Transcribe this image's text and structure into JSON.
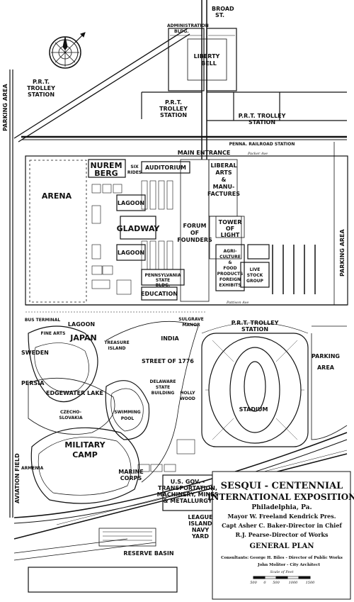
{
  "labels": {
    "broad_st_1": "BROAD",
    "broad_st_2": "ST.",
    "administration_1": "ADMINISTRATION",
    "administration_2": "BLDG.",
    "liberty_1": "LIBERTY",
    "liberty_2": "BELL",
    "parking_left": "PARKING AREA",
    "prt_station_nw_1": "P.R.T.",
    "prt_station_nw_2": "TROLLEY",
    "prt_station_nw_3": "STATION",
    "prt_station_c_1": "P.R.T.",
    "prt_station_c_2": "TROLLEY",
    "prt_station_c_3": "STATION",
    "prt_station_e_1": "P.R.T. TROLLEY",
    "prt_station_e_2": "STATION",
    "penna_rr": "PENNA. RAILROAD STATION",
    "packer_ave": "Packer Ave",
    "main_entrance": "MAIN ENTRANCE",
    "parking_right": "PARKING AREA",
    "arena": "ARENA",
    "nuremberg_1": "NUREM",
    "nuremberg_2": "BERG",
    "six_rides_1": "SIX",
    "six_rides_2": "RIDES",
    "auditorium": "AUDITORIUM",
    "liberal_arts_1": "LIBERAL",
    "liberal_arts_2": "ARTS",
    "liberal_arts_3": "&",
    "liberal_arts_4": "MANU-",
    "liberal_arts_5": "FACTURES",
    "lagoon_1": "LAGOON",
    "gladway": "GLADWAY",
    "forum_1": "FORUM",
    "forum_2": "OF",
    "forum_3": "FOUNDERS",
    "tower_1": "TOWER",
    "tower_2": "OF",
    "tower_3": "LIGHT",
    "lagoon_2": "LAGOON",
    "agriculture_1": "AGRI-",
    "agriculture_2": "CULTURE",
    "agriculture_3": "&",
    "agriculture_4": "FOOD",
    "agriculture_5": "PRODUCTS",
    "agriculture_6": "FOREIGN",
    "agriculture_7": "EXHIBITS",
    "live_stock_1": "LIVE",
    "live_stock_2": "STOCK",
    "live_stock_3": "GROUP",
    "pennsylvania_1": "PENNSYLVANIA",
    "pennsylvania_2": "STATE",
    "pennsylvania_3": "BLDG.",
    "education": "EDUCATION",
    "pattison_ave": "Pattison Ave",
    "bus_terminal": "BUS TERMINAL",
    "lagoon_3": "LAGOON",
    "sulgrave_1": "SULGRAVE",
    "sulgrave_2": "MANOR",
    "prt_station_s_1": "P.R.T. TROLLEY",
    "prt_station_s_2": "STATION",
    "fine_arts": "FINE ARTS",
    "japan": "JAPAN",
    "treasure_1": "TREASURE",
    "treasure_2": "ISLAND",
    "india": "INDIA",
    "sweden": "SWEDEN",
    "street_1776": "STREET OF 1776",
    "parking_area_e_1": "PARKING",
    "parking_area_e_2": "AREA",
    "persia": "PERSIA",
    "edgewater_lake": "EDGEWATER LAKE",
    "delaware_1": "DELAWARE",
    "delaware_2": "STATE",
    "delaware_3": "BUILDING",
    "hollywood_1": "HOLLY",
    "hollywood_2": "WOOD",
    "czecho_1": "CZECHO-",
    "czecho_2": "SLOVAKIA",
    "swimming_1": "SWIMMING",
    "swimming_2": "POOL",
    "stadium": "STADIUM",
    "aviation_field": "AVIATION FIELD",
    "military_1": "MILITARY",
    "military_2": "CAMP",
    "armenia": "ARMENIA",
    "marine_1": "MARINE",
    "marine_2": "CORPS",
    "us_gov_1": "U.S. GOV. -",
    "us_gov_2": "TRANSPORTATION,",
    "us_gov_3": "MACHINERY, MINES",
    "us_gov_4": "& METALLURGY",
    "league_1": "LEAGUE",
    "league_2": "ISLAND",
    "league_3": "NAVY",
    "league_4": "YARD",
    "reserve_basin": "RESERVE BASIN"
  },
  "legend": {
    "title_1": "SESQUI - CENTENNIAL",
    "title_2": "INTERNATIONAL EXPOSITION",
    "city": "Philadelphia, Pa.",
    "line_1": "Mayor W. Freeland Kendrick Pres.",
    "line_2": "Capt Asher C. Baker-Director in Chief",
    "line_3": "R.J. Pearse-Director of Works",
    "plan": "GENERAL PLAN",
    "consultants": "Consultants: George H. Biles - Director of Public Works",
    "architect": "John Molitor - City Architect",
    "scale_label": "Scale of Feet",
    "scale_ticks": [
      "500",
      "0",
      "500",
      "1000",
      "1500"
    ]
  },
  "icons": {
    "compass": "compass-rose-icon"
  },
  "colors": {
    "ink": "#111111",
    "paper": "#ffffff"
  }
}
